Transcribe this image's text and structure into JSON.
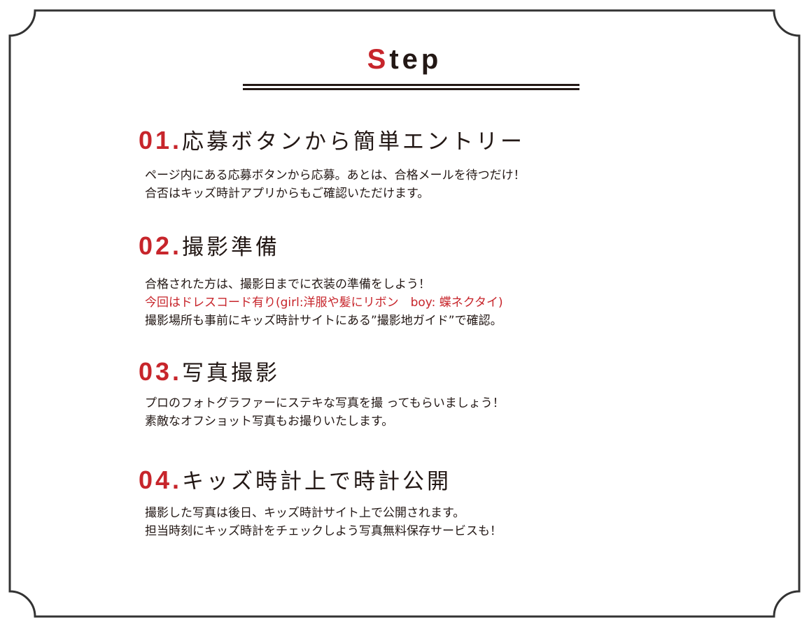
{
  "title": {
    "first_letter": "S",
    "rest": "tep"
  },
  "steps": [
    {
      "number": "01.",
      "heading": "応募ボタンから簡単エントリー",
      "lines": [
        {
          "text": "ページ内にある応募ボタンから応募。あとは、合格メールを待つだけ！"
        },
        {
          "text": "合否はキッズ時計アプリからもご確認いただけます。"
        }
      ]
    },
    {
      "number": "02.",
      "heading": "撮影準備",
      "lines": [
        {
          "text": "合格された方は、撮影日までに衣装の準備をしよう！"
        },
        {
          "text": "今回はドレスコード有り(girl:洋服や髪にリボン　boy: 蝶ネクタイ)",
          "color": "#c7252b"
        },
        {
          "text": "撮影場所も事前にキッズ時計サイトにある”撮影地ガイド”で確認。"
        }
      ]
    },
    {
      "number": "03.",
      "heading": "写真撮影",
      "lines": [
        {
          "text": "プロのフォトグラファーにステキな写真を撮 ってもらいましょう！"
        },
        {
          "text": "素敵なオフショット写真もお撮りいたします。"
        }
      ]
    },
    {
      "number": "04.",
      "heading": "キッズ時計上で時計公開",
      "lines": [
        {
          "text": "撮影した写真は後日、キッズ時計サイト上で公開されます。"
        },
        {
          "text": "担当時刻にキッズ時計をチェックしよう写真無料保存サービスも！"
        }
      ]
    }
  ],
  "colors": {
    "accent": "#c7252b",
    "text": "#231815",
    "frame": "#333333"
  }
}
